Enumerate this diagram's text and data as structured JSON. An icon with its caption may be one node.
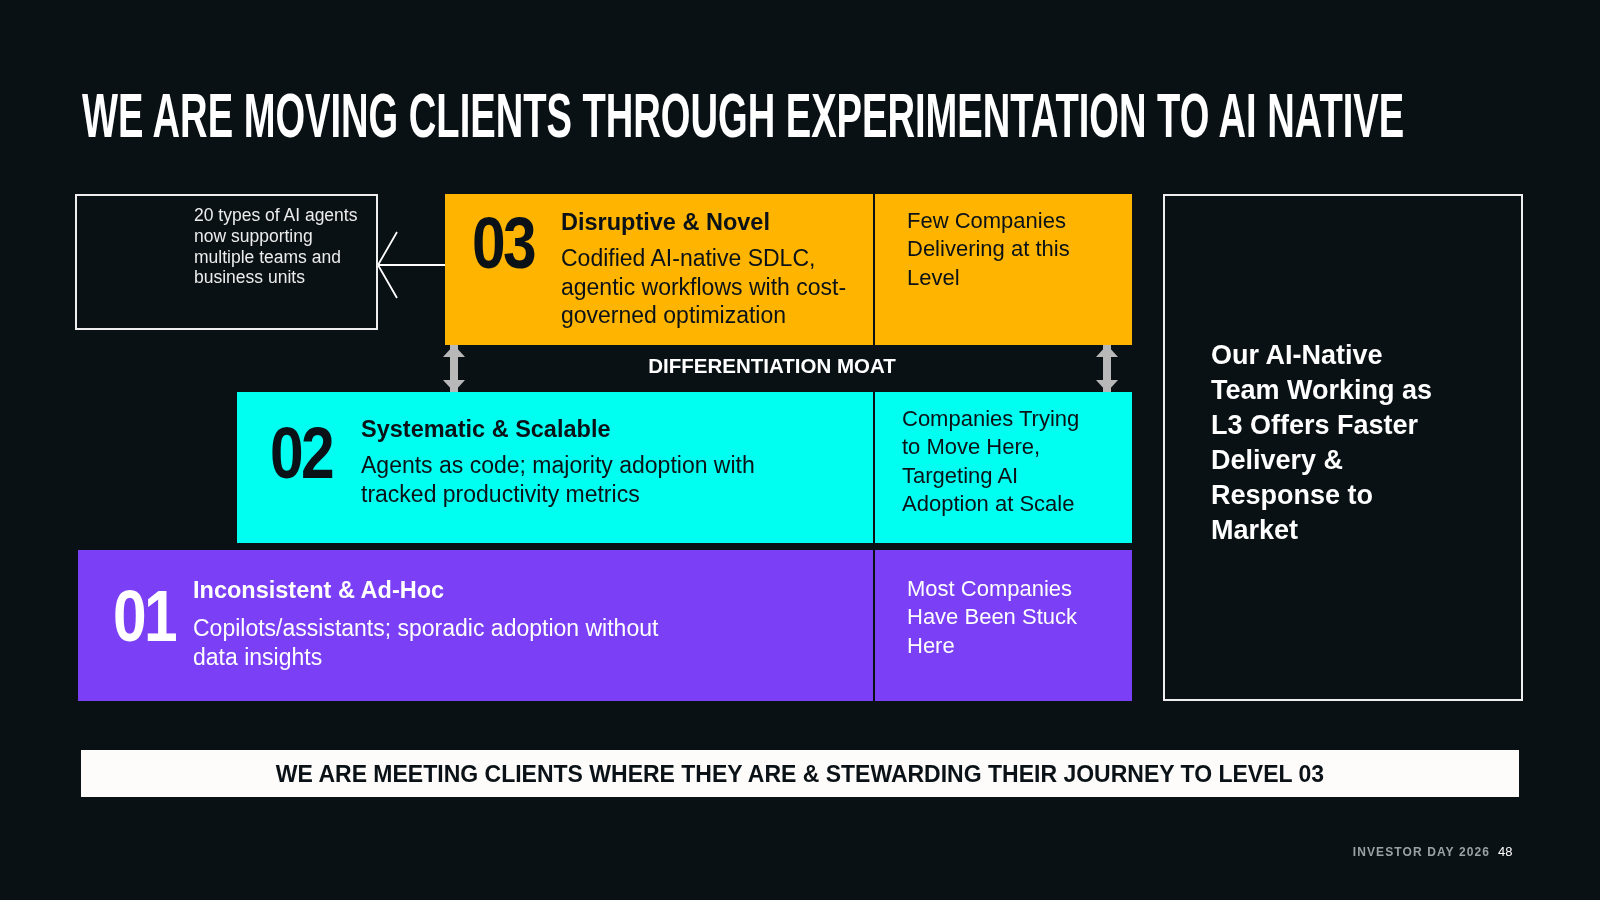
{
  "diagram": {
    "title": "WE ARE MOVING CLIENTS THROUGH EXPERIMENTATION TO AI NATIVE",
    "nodes": [
      {
        "text": [
          "20 types of AI agents now supporting multiple teams and business units"
        ]
      },
      {
        "text": [
          "03",
          "Disruptive & Novel",
          "Codified AI-native SDLC, agentic workflows with cost-governed optimization"
        ]
      },
      {
        "text": [
          "Few Companies Delivering at this Level"
        ]
      },
      {
        "text": [
          "02",
          "Systematic & Scalable",
          "Agents as code; majority adoption with tracked productivity metrics"
        ]
      },
      {
        "text": [
          "Companies Trying to Move Here, Targeting AI Adoption at Scale"
        ]
      },
      {
        "text": [
          "01",
          "Inconsistent & Ad-Hoc",
          "Copilots/assistants; sporadic adoption without data insights"
        ]
      },
      {
        "text": [
          "Most Companies Have Been Stuck Here"
        ]
      },
      {
        "text": [
          "Our AI-Native Team Working as L3 Offers Faster Delivery & Response to Market"
        ]
      },
      {
        "text": [
          "WE ARE MEETING CLIENTS WHERE THEY ARE & STEWARDING THEIR JOURNEY TO LEVEL 03"
        ]
      }
    ],
    "edges": [
      {
        "from": 1,
        "to": 0,
        "arrow": "to",
        "color": "#ffffff"
      },
      {
        "from": 1,
        "to": 3,
        "arrow": "both"
      },
      {
        "from": 2,
        "to": 4,
        "arrow": "both"
      }
    ],
    "labels": [
      "DIFFERENTIATION MOAT",
      "INVESTOR DAY 2026",
      "48"
    ]
  }
}
